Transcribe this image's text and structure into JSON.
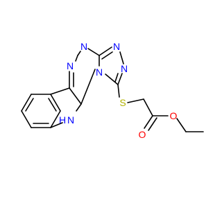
{
  "molecule": {
    "atoms": {
      "n1": "N",
      "n2": "N",
      "n3": "N",
      "n4": "N",
      "n5": "N",
      "nh": "N",
      "h": "H",
      "s": "S",
      "o_carbonyl": "O",
      "o_ester": "O"
    },
    "colors": {
      "bond": "#000000",
      "nitrogen": "#0000ff",
      "sulfur": "#b2b200",
      "oxygen": "#ff0000"
    }
  }
}
